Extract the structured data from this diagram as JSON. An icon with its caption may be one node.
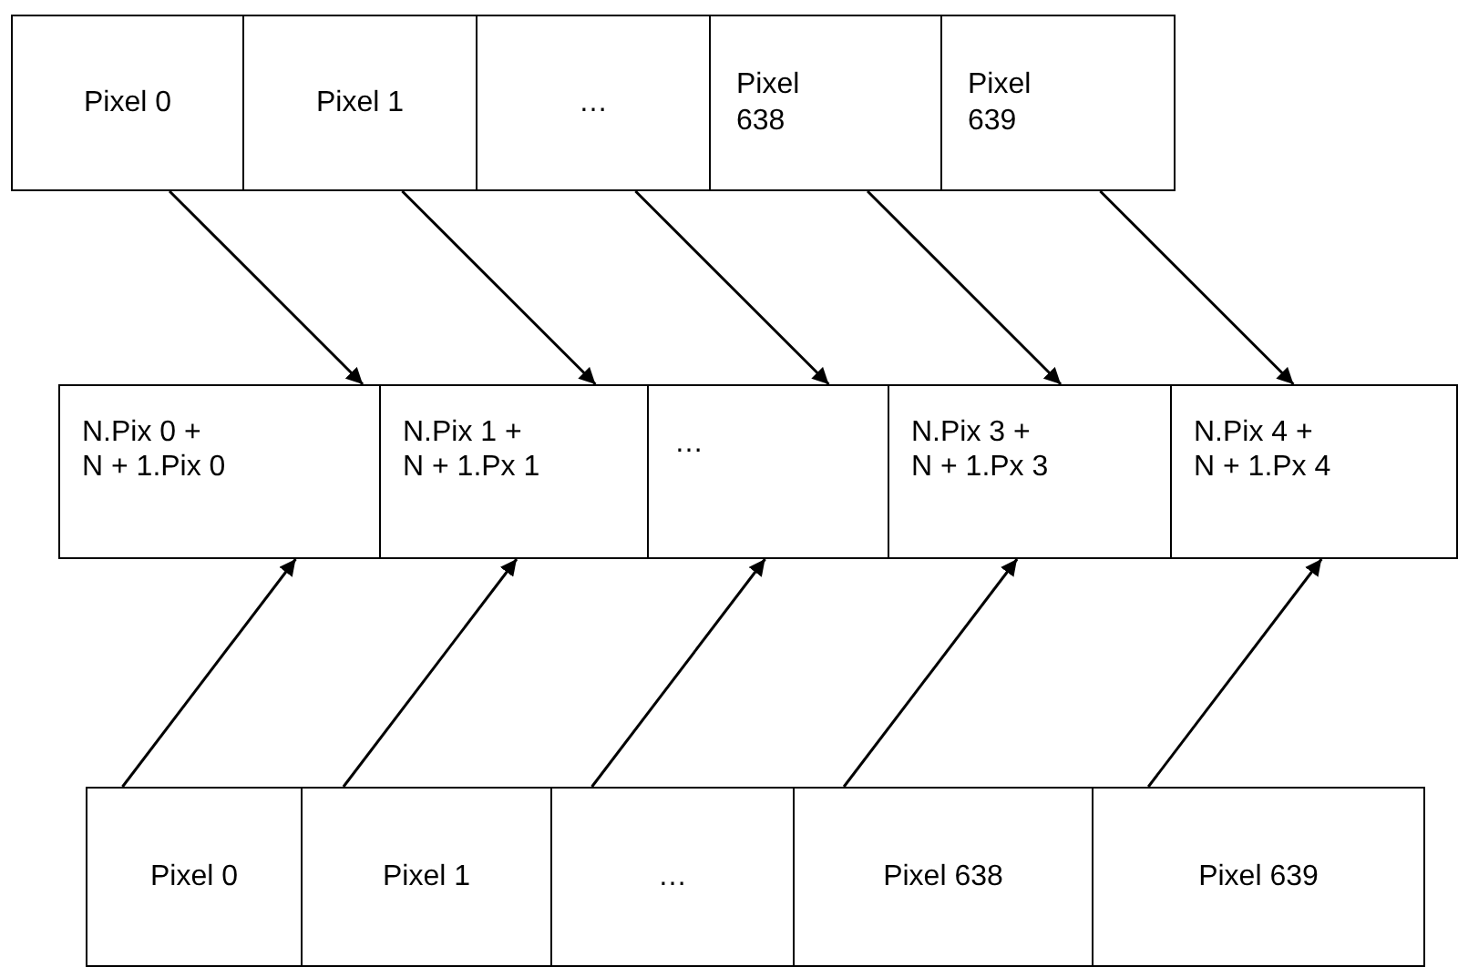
{
  "diagram": {
    "nodes": [
      {
        "text": [
          "Pixel 0"
        ]
      },
      {
        "text": [
          "Pixel 1"
        ]
      },
      {
        "text": [
          "…"
        ]
      },
      {
        "text": [
          "Pixel 638"
        ]
      },
      {
        "text": [
          "Pixel 639"
        ]
      },
      {
        "text": [
          "N.Pix 0 + N + 1.Pix 0"
        ]
      },
      {
        "text": [
          "N.Pix 1 + N + 1.Px 1"
        ]
      },
      {
        "text": [
          "…"
        ]
      },
      {
        "text": [
          "N.Pix 3 + N + 1.Px 3"
        ]
      },
      {
        "text": [
          "N.Pix 4 + N + 1.Px 4"
        ]
      },
      {
        "text": [
          "Pixel 0"
        ]
      },
      {
        "text": [
          "Pixel 1"
        ]
      },
      {
        "text": [
          "…"
        ]
      },
      {
        "text": [
          "Pixel 638"
        ]
      },
      {
        "text": [
          "Pixel 639"
        ]
      }
    ],
    "edges": [
      {
        "from": 0,
        "to": 5,
        "arrow": "to"
      },
      {
        "from": 1,
        "to": 6,
        "arrow": "to"
      },
      {
        "from": 2,
        "to": 7,
        "arrow": "to"
      },
      {
        "from": 3,
        "to": 8,
        "arrow": "to"
      },
      {
        "from": 4,
        "to": 9,
        "arrow": "to"
      },
      {
        "from": 10,
        "to": 5,
        "arrow": "to"
      },
      {
        "from": 11,
        "to": 6,
        "arrow": "to"
      },
      {
        "from": 12,
        "to": 7,
        "arrow": "to"
      },
      {
        "from": 13,
        "to": 8,
        "arrow": "to"
      },
      {
        "from": 14,
        "to": 9,
        "arrow": "to"
      }
    ]
  }
}
